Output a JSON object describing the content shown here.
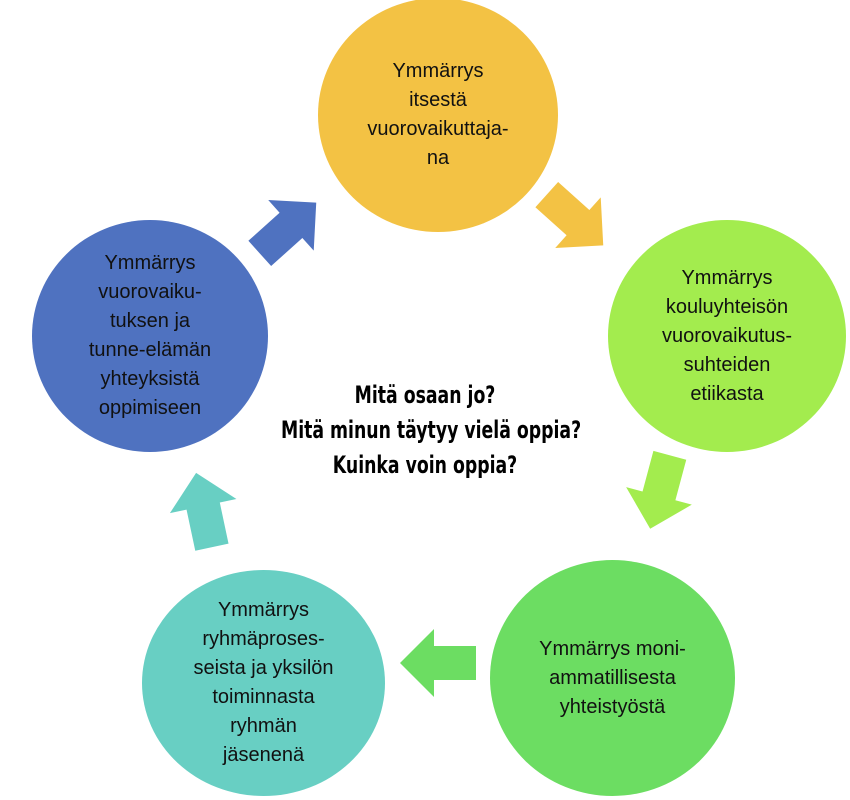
{
  "center_questions": [
    "Mitä osaan jo?",
    "Mitä minun täytyy vielä oppia?",
    "Kuinka voin oppia?"
  ],
  "nodes": [
    {
      "text": "Ymmärrys\nitsestä\nvuorovaikuttaja-\nna",
      "color": "#F3C244"
    },
    {
      "text": "Ymmärrys\nkouluyhteisön\nvuorovaikutus-\nsuhteiden\netiikasta",
      "color": "#A3EC4E"
    },
    {
      "text": "Ymmärrys moni-\nammatillisesta\nyhteistyöstä",
      "color": "#6CDD62"
    },
    {
      "text": "Ymmärrys\nryhmäproses-\nseista ja yksilön\ntoiminnasta\nryhmän\njäsenenä",
      "color": "#68CFC3"
    },
    {
      "text": "Ymmärrys\nvuorovaiku-\ntuksen ja\ntunne-elämän\nyhteyksistä\noppimiseen",
      "color": "#4F72C0"
    }
  ],
  "arrows": [
    {
      "from": 0,
      "to": 1,
      "color": "#F3C244"
    },
    {
      "from": 1,
      "to": 2,
      "color": "#A3EC4E"
    },
    {
      "from": 2,
      "to": 3,
      "color": "#6CDD62"
    },
    {
      "from": 3,
      "to": 4,
      "color": "#68CFC3"
    },
    {
      "from": 4,
      "to": 0,
      "color": "#4F72C0"
    }
  ]
}
